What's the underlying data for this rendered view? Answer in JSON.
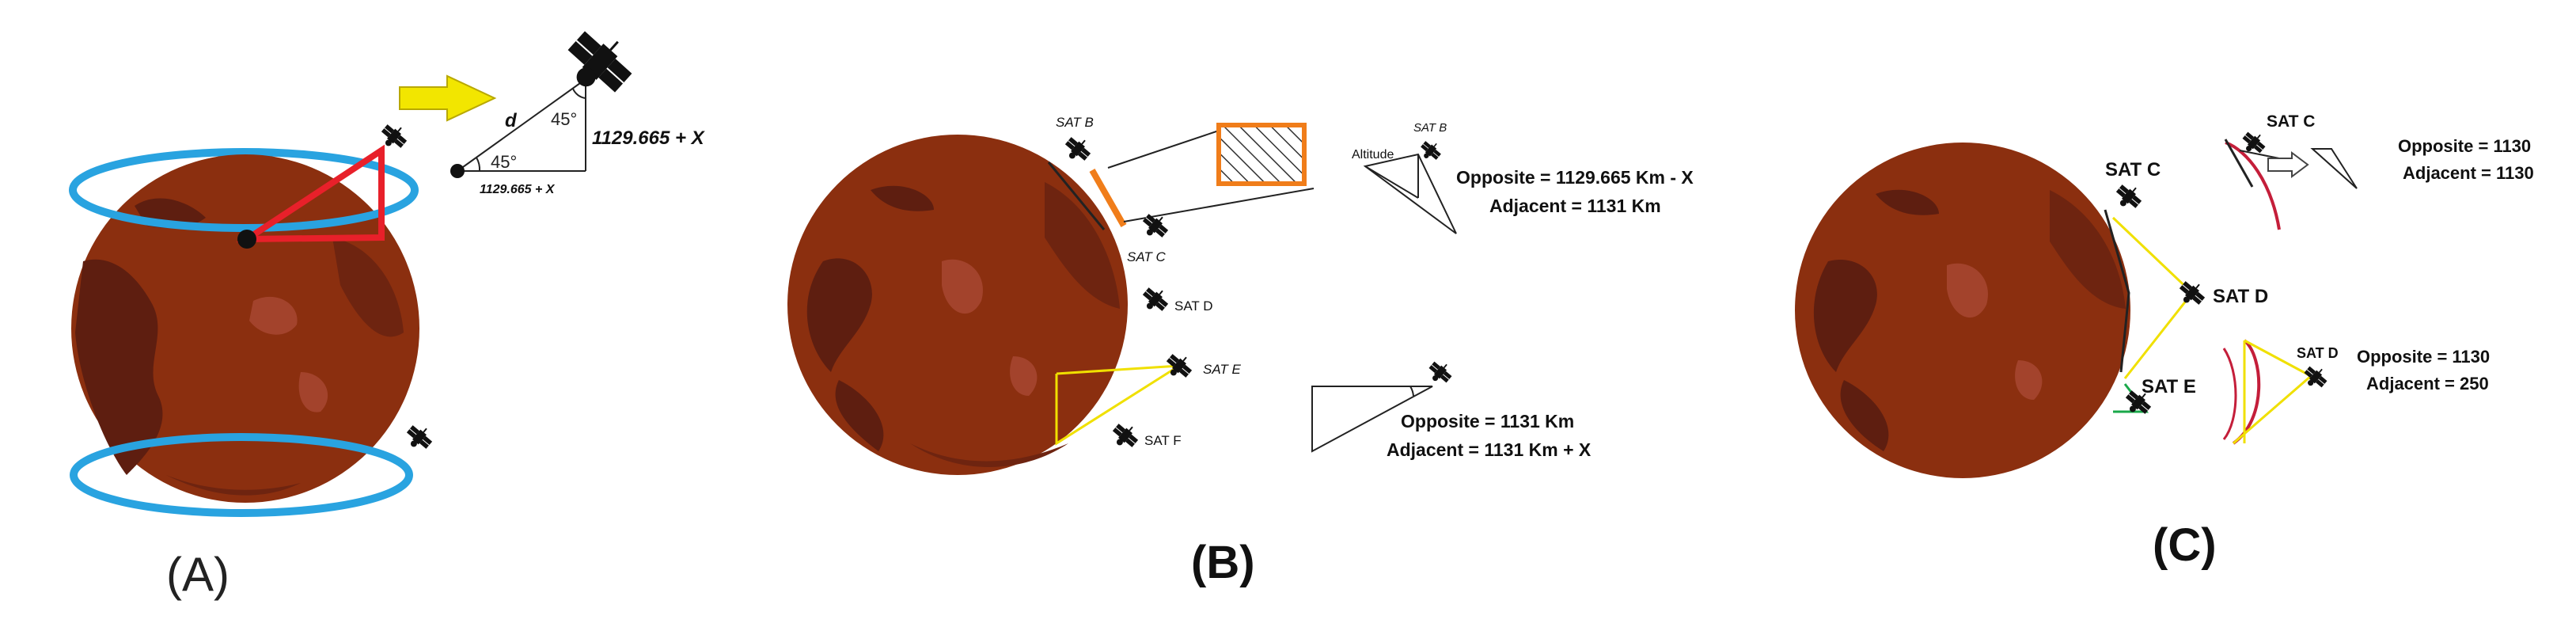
{
  "panels": {
    "a": {
      "caption": "(A)",
      "angle_top": "45°",
      "angle_bottom": "45°",
      "hyp_label": "d",
      "side_label": "1129.665 + X",
      "base_label": "1129.665 + X"
    },
    "b": {
      "caption": "(B)",
      "sat_b": "SAT B",
      "sat_c": "SAT C",
      "sat_d": "SAT D",
      "sat_e": "SAT E",
      "sat_f": "SAT F",
      "sat_b_small": "SAT B",
      "altitude": "Altitude",
      "opp1": "Opposite = 1129.665 Km - X",
      "adj1": "Adjacent = 1131 Km",
      "opp2": "Opposite = 1131 Km",
      "adj2": "Adjacent = 1131 Km + X"
    },
    "c": {
      "caption": "(C)",
      "sat_c": "SAT C",
      "sat_d": "SAT D",
      "sat_e": "SAT E",
      "sat_c_small": "SAT C",
      "sat_d_small": "SAT D",
      "opp1": "Opposite = 1130",
      "adj1": "Adjacent = 1130",
      "opp2": "Opposite = 1130",
      "adj2": "Adjacent = 250"
    }
  },
  "colors": {
    "planet": "#8b2f0f",
    "planet_dark": "#5e1e10",
    "ring": "#29a3e0",
    "triangle_red": "#e8202a",
    "arrow_yellow": "#f2e600",
    "highlight_orange": "#f07d1a",
    "line_yellow": "#f0e000"
  }
}
